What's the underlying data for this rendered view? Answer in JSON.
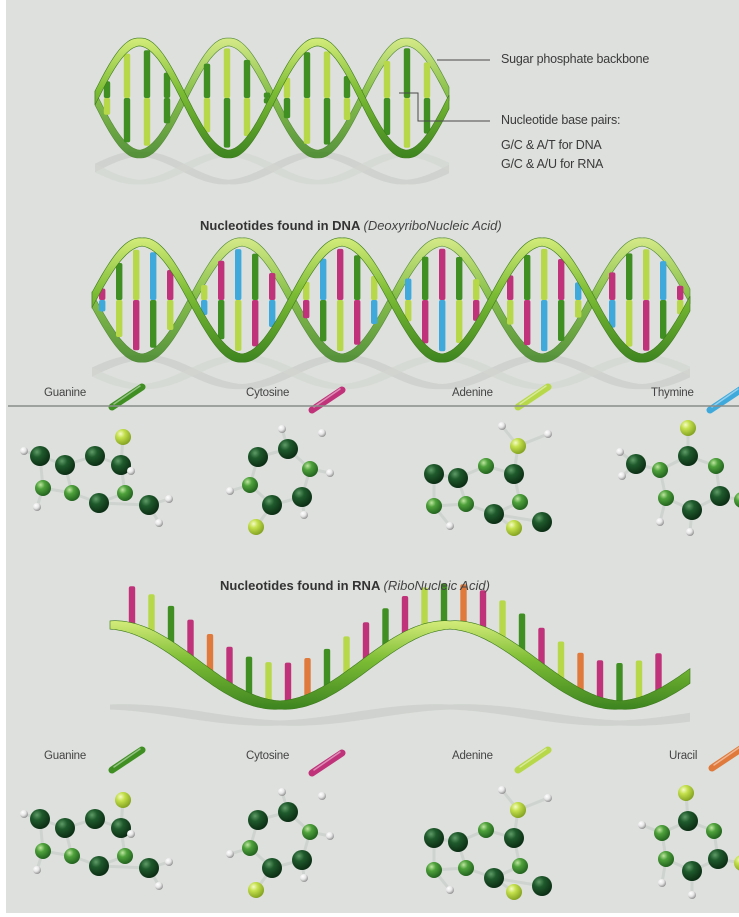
{
  "colors": {
    "background": "#dde0dc",
    "strand_green": "#6aab2c",
    "strand_light": "#c6e06a",
    "guanine_bar": "#3f8f22",
    "cytosine_bar": "#c0337a",
    "adenine_bar": "#b7d848",
    "thymine_bar": "#3fa9dc",
    "uracil_bar": "#e07a3c",
    "atom_dark": "#1f5a2c",
    "atom_mid": "#4fa23c",
    "atom_light": "#c4e04c",
    "atom_hydrogen": "#f2f2f2"
  },
  "labels": {
    "backbone": "Sugar phosphate backbone",
    "base_pairs": "Nucleotide base pairs:",
    "dna_pairs": "G/C & A/T for DNA",
    "rna_pairs": "G/C & A/U for RNA"
  },
  "dna_section": {
    "heading": "Nucleotides found in DNA",
    "heading_note": "(DeoxyriboNucleic Acid)",
    "nucleotides": [
      "Guanine",
      "Cytosine",
      "Adenine",
      "Thymine"
    ]
  },
  "rna_section": {
    "heading": "Nucleotides found in RNA",
    "heading_note": "(RiboNucleic Acid)",
    "nucleotides": [
      "Guanine",
      "Cytosine",
      "Adenine",
      "Uracil"
    ]
  }
}
